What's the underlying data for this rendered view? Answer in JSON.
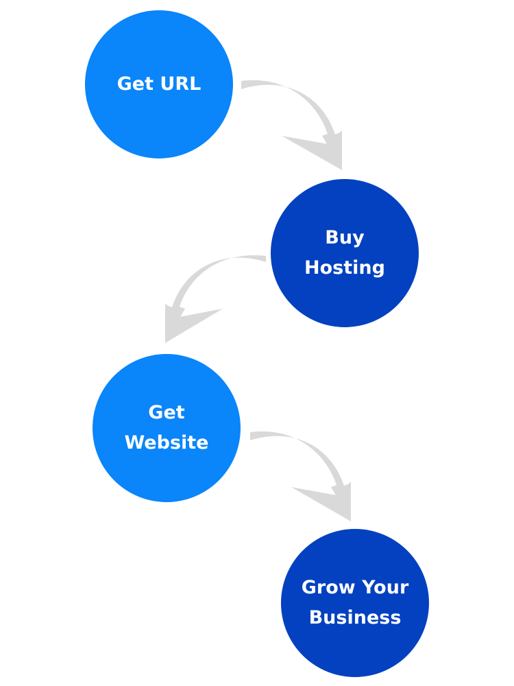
{
  "diagram": {
    "colors": {
      "background": "#ffffff",
      "light_blue": "#0a85fa",
      "dark_blue": "#0341c0",
      "arrow_gray": "#d9d9d9",
      "text": "#ffffff"
    },
    "steps": [
      {
        "lines": [
          "Get URL"
        ],
        "fill": "#0a85fa"
      },
      {
        "lines": [
          "Buy",
          "Hosting"
        ],
        "fill": "#0341c0"
      },
      {
        "lines": [
          "Get",
          "Website"
        ],
        "fill": "#0a85fa"
      },
      {
        "lines": [
          "Grow Your",
          "Business"
        ],
        "fill": "#0341c0"
      }
    ],
    "arrows": [
      {
        "from": 0,
        "to": 1,
        "icon": "curved-arrow-icon"
      },
      {
        "from": 1,
        "to": 2,
        "icon": "curved-arrow-icon"
      },
      {
        "from": 2,
        "to": 3,
        "icon": "curved-arrow-icon"
      }
    ]
  }
}
